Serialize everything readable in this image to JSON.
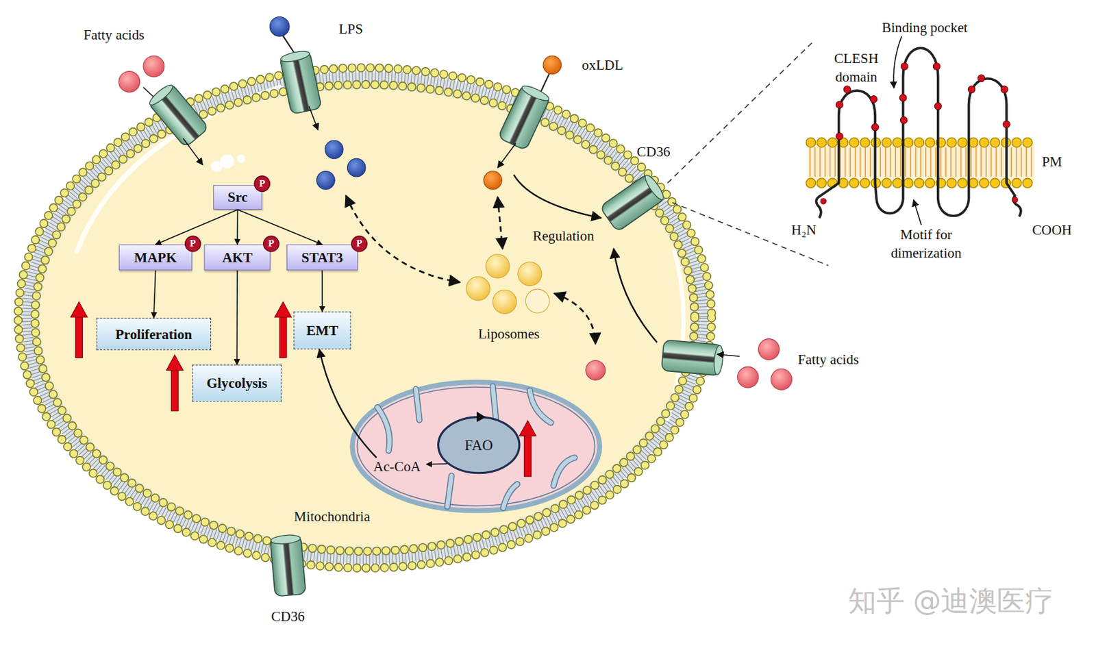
{
  "diagram": {
    "nodes": [
      {
        "text": [
          "Src"
        ]
      },
      {
        "text": [
          "P"
        ],
        "in": 0
      },
      {
        "text": [
          "MAPK"
        ]
      },
      {
        "text": [
          "P"
        ],
        "in": 2
      },
      {
        "text": [
          "AKT"
        ]
      },
      {
        "text": [
          "P"
        ],
        "in": 4
      },
      {
        "text": [
          "STAT3"
        ]
      },
      {
        "text": [
          "P"
        ],
        "in": 6
      },
      {
        "text": [
          "Proliferation"
        ]
      },
      {
        "text": [
          "Glycolysis"
        ]
      },
      {
        "text": [
          "EMT"
        ]
      },
      {
        "text": [
          "Mitochondria"
        ]
      },
      {
        "text": [
          "FAO"
        ],
        "in": 11
      },
      {
        "text": [
          "Ac-CoA"
        ],
        "in": 11
      }
    ],
    "edges": [
      {
        "from": 0,
        "to": 2,
        "arrow": "to"
      },
      {
        "from": 0,
        "to": 4,
        "arrow": "to"
      },
      {
        "from": 0,
        "to": 6,
        "arrow": "to"
      },
      {
        "from": 2,
        "to": 8,
        "arrow": "to"
      },
      {
        "from": 4,
        "to": 9,
        "arrow": "to"
      },
      {
        "from": 6,
        "to": 10,
        "arrow": "to"
      },
      {
        "from": 12,
        "to": 13,
        "arrow": "to"
      },
      {
        "from": 13,
        "to": 10,
        "arrow": "to"
      }
    ],
    "labels": [
      "Fatty acids",
      "LPS",
      "oxLDL",
      "CD36",
      "Regulation",
      "Liposomes",
      "Fatty acids",
      "CD36",
      "Binding pocket",
      "CLESH domain",
      "PM",
      "H₂N",
      "COOH",
      "Motif for dimerization",
      "知乎 @迪澳医疗"
    ]
  }
}
